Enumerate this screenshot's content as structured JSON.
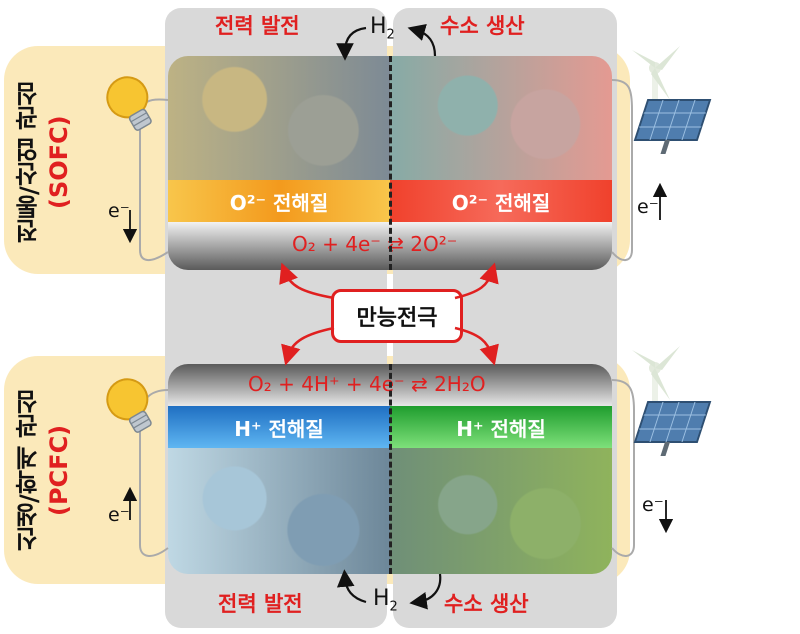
{
  "top_left_title": "전력 발전",
  "top_right_title": "수소 생산",
  "bottom_left_title": "전력 발전",
  "bottom_right_title": "수소 생산",
  "h2_top": "H",
  "h2_bottom": "H",
  "h2_sub": "2",
  "sofc": {
    "side_label": "전통/산업 관심",
    "side_acronym": "(SOFC)",
    "electrolyte_left": "O²⁻ 전해질",
    "electrolyte_right": "O²⁻ 전해질",
    "reaction": "O₂ + 4e⁻ ⇄ 2O²⁻",
    "electron_left": "e⁻",
    "electron_right": "e⁻"
  },
  "pcfc": {
    "side_label": "신생/학계 관심",
    "side_acronym": "(PCFC)",
    "electrolyte_left": "H⁺ 전해질",
    "electrolyte_right": "H⁺ 전해질",
    "reaction": "O₂ + 4H⁺ + 4e⁻ ⇄ 2H₂O",
    "electron_left": "e⁻",
    "electron_right": "e⁻"
  },
  "center_label": "만능전극",
  "colors": {
    "accent_red": "#e02020",
    "band": "#fbe7b4",
    "column": "#d9d9d9",
    "o2_left_strip": "#f39a1d",
    "o2_right_strip": "#f0412c",
    "h_left_strip": "#2a86d6",
    "h_right_strip": "#2fb33a"
  },
  "icons": [
    "light-bulb-icon",
    "wind-turbine-icon",
    "solar-panel-icon"
  ]
}
